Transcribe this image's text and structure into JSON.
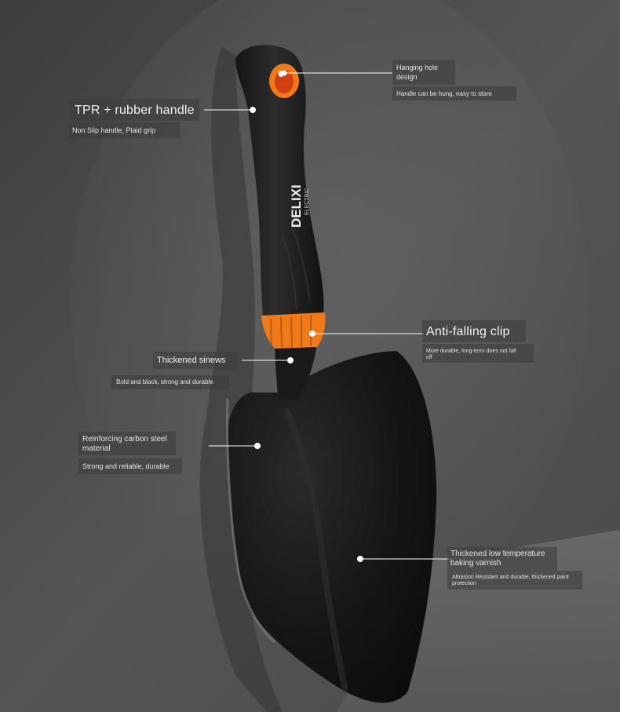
{
  "brand": {
    "name": "DELIXI",
    "sub": "ELECTRIC"
  },
  "colors": {
    "background": "#4a4a4a",
    "handle": "#1e1e1e",
    "accent_orange": "#f07a1a",
    "blade": "#151515",
    "callout_line": "#ffffff"
  },
  "callouts": {
    "hanging_hole": {
      "title_line1": "Hanging hole",
      "title_line2": "design",
      "desc": "Handle can be hung, easy to store"
    },
    "handle": {
      "title": "TPR + rubber handle",
      "desc": "Non Slip handle, Plaid grip"
    },
    "clip": {
      "title": "Anti-falling clip",
      "desc_line1": "More durable, long-term does not fall",
      "desc_line2": "off"
    },
    "sinews": {
      "title": "Thickened sinews",
      "desc": "Bold and black, strong and durable"
    },
    "steel": {
      "title_line1": "Reinforcing carbon steel",
      "title_line2": "material",
      "desc": "Strong and reliable, durable"
    },
    "varnish": {
      "title_line1": "Thickened low temperature",
      "title_line2": "baking varnish",
      "desc_line1": "Abrasion Resistant and durable, thickened paint",
      "desc_line2": "protection"
    }
  }
}
